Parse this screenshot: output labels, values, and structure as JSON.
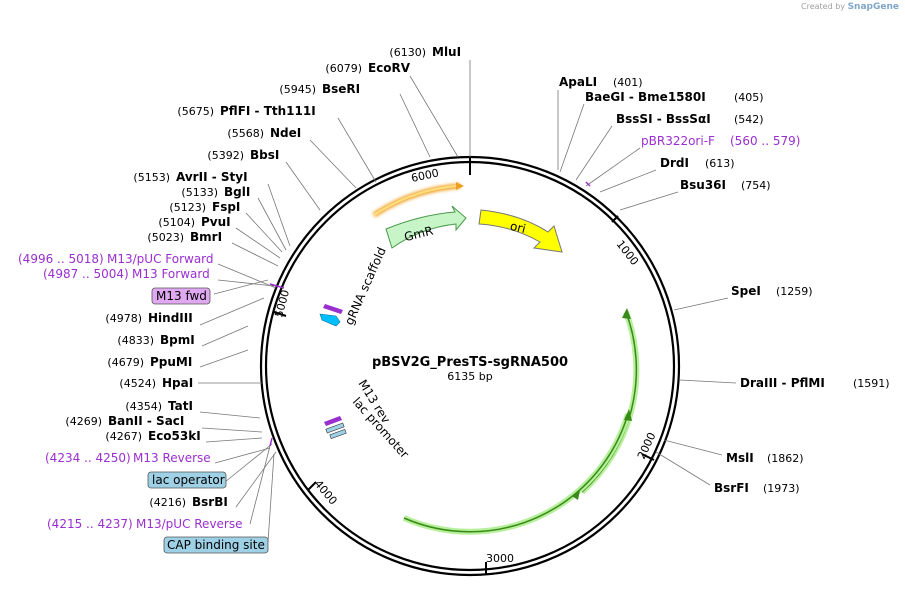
{
  "credit": {
    "prefix": "Created by",
    "brand": "SnapGene"
  },
  "plasmid": {
    "name": "pBSV2G_PresTS-sgRNA500",
    "size": "6135 bp"
  },
  "ticks": [
    "1000",
    "2000",
    "3000",
    "4000",
    "5000",
    "6000"
  ],
  "sites": [
    {
      "pos": "(6130)",
      "name": "MluI"
    },
    {
      "pos": "(6079)",
      "name": "EcoRV"
    },
    {
      "pos": "(5945)",
      "name": "BseRI"
    },
    {
      "pos": "(5675)",
      "name": "PflFI  -  Tth111I"
    },
    {
      "pos": "(5568)",
      "name": "NdeI"
    },
    {
      "pos": "(5392)",
      "name": "BbsI"
    },
    {
      "pos": "(5153)",
      "name": "AvrII  -  StyI"
    },
    {
      "pos": "(5133)",
      "name": "BglI"
    },
    {
      "pos": "(5123)",
      "name": "FspI"
    },
    {
      "pos": "(5104)",
      "name": "PvuI"
    },
    {
      "pos": "(5023)",
      "name": "BmrI"
    },
    {
      "pos": "(4978)",
      "name": "HindIII"
    },
    {
      "pos": "(4833)",
      "name": "BpmI"
    },
    {
      "pos": "(4679)",
      "name": "PpuMI"
    },
    {
      "pos": "(4524)",
      "name": "HpaI"
    },
    {
      "pos": "(4354)",
      "name": "TatI"
    },
    {
      "pos": "(4269)",
      "name": "BanII  -  SacI"
    },
    {
      "pos": "(4267)",
      "name": "Eco53kI"
    },
    {
      "pos": "(4216)",
      "name": "BsrBI"
    },
    {
      "pos": "(401)",
      "name": "ApaLI"
    },
    {
      "pos": "(405)",
      "name": "BaeGI  -  Bme1580I"
    },
    {
      "pos": "(542)",
      "name": "BssSI  -  BssSαI"
    },
    {
      "pos": "(613)",
      "name": "DrdI"
    },
    {
      "pos": "(754)",
      "name": "Bsu36I"
    },
    {
      "pos": "(1259)",
      "name": "SpeI"
    },
    {
      "pos": "(1591)",
      "name": "DraIII  -  PflMI"
    },
    {
      "pos": "(1862)",
      "name": "MslI"
    },
    {
      "pos": "(1973)",
      "name": "BsrFI"
    }
  ],
  "primers": [
    {
      "pos": "(4996 .. 5018)",
      "name": "M13/pUC Forward"
    },
    {
      "pos": "(4987 .. 5004)",
      "name": "M13 Forward"
    },
    {
      "pos": "(4234 .. 4250)",
      "name": "M13 Reverse"
    },
    {
      "pos": "(4215 .. 4237)",
      "name": "M13/pUC Reverse"
    },
    {
      "pos": "(560 .. 579)",
      "name": "pBR322ori-F"
    }
  ],
  "boxed_labels": [
    "M13 fwd",
    "lac operator",
    "CAP binding site"
  ],
  "features": [
    "GmR",
    "ori",
    "gRNA scaffold",
    "M13 rev",
    "lac promoter"
  ],
  "colors": {
    "primer": "#9a2fd0",
    "gmr": "#c8f5c8",
    "ori": "#ffff00",
    "orf": "#7fd64a",
    "promoter": "#00bfff",
    "box_purple": "#e0a8f0",
    "box_blue": "#9ed0e6"
  }
}
